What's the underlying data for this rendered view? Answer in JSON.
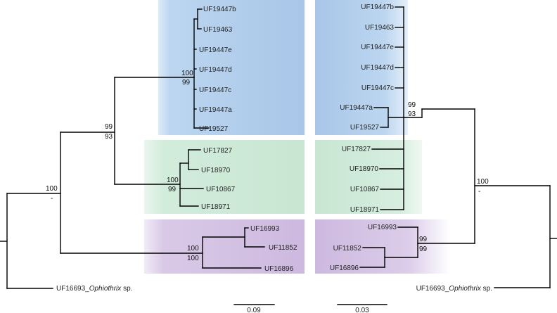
{
  "colors": {
    "blue": "#a9c8ea",
    "green": "#cfe9d7",
    "purple": "#d3c2e2",
    "branch": "#000000"
  },
  "left_tree": {
    "taxa": [
      "UF19447b",
      "UF19463",
      "UF19447e",
      "UF19447d",
      "UF19447c",
      "UF19447a",
      "UF19527",
      "UF17827",
      "UF18970",
      "UF10867",
      "UF18971",
      "UF16993",
      "UF11852",
      "UF16896"
    ],
    "outgroup_id": "UF16693",
    "outgroup_genus": "Ophiothrix",
    "outgroup_suffix": "sp.",
    "support": {
      "blue_top": "100",
      "blue_bottom": "99",
      "ingroup_top": "99",
      "ingroup_bottom": "93",
      "green_top": "100",
      "green_bottom": "99",
      "root_top": "100",
      "root_bottom": "-",
      "purple_top": "100",
      "purple_bottom": "100"
    },
    "scale_label": "0.09"
  },
  "right_tree": {
    "taxa": [
      "UF19447b",
      "UF19463",
      "UF19447e",
      "UF19447d",
      "UF19447c",
      "UF19447a",
      "UF19527",
      "UF17827",
      "UF18970",
      "UF10867",
      "UF18971",
      "UF16993",
      "UF11852",
      "UF16896"
    ],
    "outgroup_id": "UF16693",
    "outgroup_genus": "Ophiothrix",
    "outgroup_suffix": "sp.",
    "support": {
      "ingroup_top": "99",
      "ingroup_bottom": "93",
      "root_top": "100",
      "root_bottom": "-",
      "purple_top": "99",
      "purple_bottom": "99"
    },
    "scale_label": "0.03"
  }
}
